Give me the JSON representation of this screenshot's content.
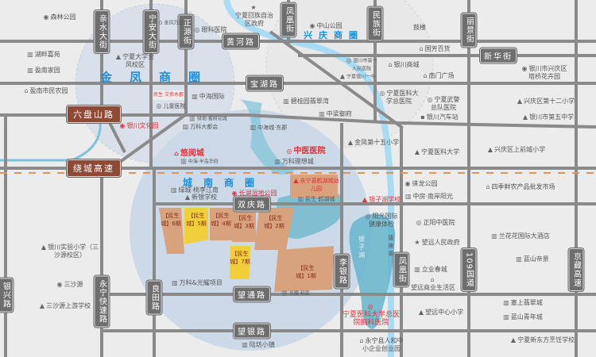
{
  "colors": {
    "background": "#ececec",
    "road": "#8a8a8a",
    "road_label": "#6e6e6e",
    "highway_label": "#8e4a35",
    "river": "#a8dcf5",
    "lake": "#5fb2c9",
    "district_circle": "#d7e2ee",
    "district_text": "#1e8fd8",
    "highlight": "#e0303a",
    "plot": "#d7a27c",
    "plot_featured": "#f0cf3a"
  },
  "districts": [
    "金凤商圈",
    "兴庆商圈",
    "城南商圈"
  ],
  "roads": [
    "亲水大街",
    "宁安大街",
    "正源街",
    "凤凰街",
    "民族街",
    "丽景街",
    "黄河路",
    "宝湖路",
    "新华街",
    "六盘山路",
    "绕城高速",
    "双庆路",
    "望通路",
    "望银路",
    "银兴路",
    "永宁快速路",
    "良田路",
    "李银路",
    "凤凰街",
    "109国道",
    "京藏高速"
  ],
  "pois": [
    "森林公园",
    "宁夏回族自治区政府",
    "金凤万达",
    "眼科医院",
    "湖畔嘉苑",
    "宁夏大学金凤校区",
    "盈南家园",
    "盈南市民农园",
    "中海国际",
    "儿童医院",
    "银川文化园",
    "绿地·香树花城",
    "万科大都会",
    "悠阅城",
    "中海·半岛华府",
    "中海城·东郡",
    "中医医院",
    "万科理想城",
    "中山公园",
    "鼓楼",
    "国芳百货",
    "银川市第一人民医院",
    "宁夏银川一中",
    "银川商城",
    "南门广场",
    "银川市兴庆区塔桥花卉园",
    "碧桂园翡翠湾",
    "宁夏医科大学总医院",
    "宁夏武警总队医院",
    "中梁御府",
    "银川汽车站",
    "兴庆区第十二小学",
    "银川市第五中学",
    "金凤第十五小学",
    "宁夏医科大学",
    "兴庆区上前城小学",
    "绿城·桃李江南",
    "新银学校",
    "长湖湿地公园",
    "永宁县鹤湖城幼儿园",
    "民生·鹤湖城",
    "银子湖学校",
    "徕龙公园",
    "四季鲜农产品批发市场",
    "中房·南岸阳光",
    "阳光国际健康体检",
    "正阳中医院",
    "望远人民政府",
    "兰花花国际大酒店",
    "蓝山帝景",
    "立业春城",
    "望远商业生活区",
    "银子湖",
    "唐徕渠",
    "宁夏医科大学总医院胸科医院",
    "望远中心小学",
    "塞上翡翠城",
    "蓝山青年城",
    "永宁县人和中小企业创业园",
    "宁夏新东方烹饪学校",
    "银川实验小学（三沙源校区）",
    "三沙源",
    "三沙源上游学校",
    "万科&光耀项目",
    "陆坊小镇",
    "光耀·和宸",
    "民生·艾依水郡"
  ],
  "plots": [
    "【民生城】6期",
    "【民生城】5期",
    "【民生城】4期",
    "【民生城】3期",
    "【民生城】2期",
    "【民生城】7期",
    "【民生城】1期"
  ]
}
